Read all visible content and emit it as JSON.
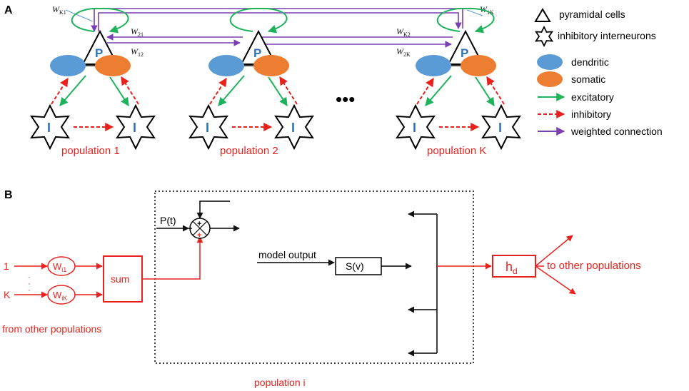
{
  "panel_a": {
    "label": "A",
    "ellipsis": "•••",
    "populations": [
      {
        "name": "population 1",
        "p_label": "P",
        "i_label": "I"
      },
      {
        "name": "population 2",
        "p_label": "P",
        "i_label": "I"
      },
      {
        "name": "population K",
        "p_label": "P",
        "i_label": "I"
      }
    ],
    "weights": {
      "wk1": {
        "base": "W",
        "sub": "K1"
      },
      "w21": {
        "base": "W",
        "sub": "21"
      },
      "w12": {
        "base": "W",
        "sub": "12"
      },
      "wk2": {
        "base": "W",
        "sub": "K2"
      },
      "w2k": {
        "base": "W",
        "sub": "2K"
      },
      "w1k": {
        "base": "W",
        "sub": "1K"
      }
    },
    "legend": {
      "pyramidal": "pyramidal cells",
      "interneurons": "inhibitory interneurons",
      "dendritic": "dendritic",
      "somatic": "somatic",
      "excitatory": "excitatory",
      "inhibitory": "inhibitory",
      "weighted": "weighted connection"
    }
  },
  "panel_b": {
    "label": "B",
    "input_1": "1",
    "input_k": "K",
    "w_i1": {
      "base": "W",
      "sub": "i1"
    },
    "w_ik": {
      "base": "W",
      "sub": "iK"
    },
    "sum": "sum",
    "from_other": "from other populations",
    "p_t": "P(t)",
    "plus": "+",
    "model_output": "model output",
    "s_v": "S(v)",
    "hd": {
      "base": "h",
      "sub": "d"
    },
    "to_other": "to other populations",
    "population_i": "population i"
  },
  "colors": {
    "green": "#1db35a",
    "purple": "#7a3fb0",
    "red": "#e8211c",
    "blue_cell": "#5b9bd5",
    "orange_cell": "#ed7d31",
    "label_blue": "#2e75b6"
  }
}
